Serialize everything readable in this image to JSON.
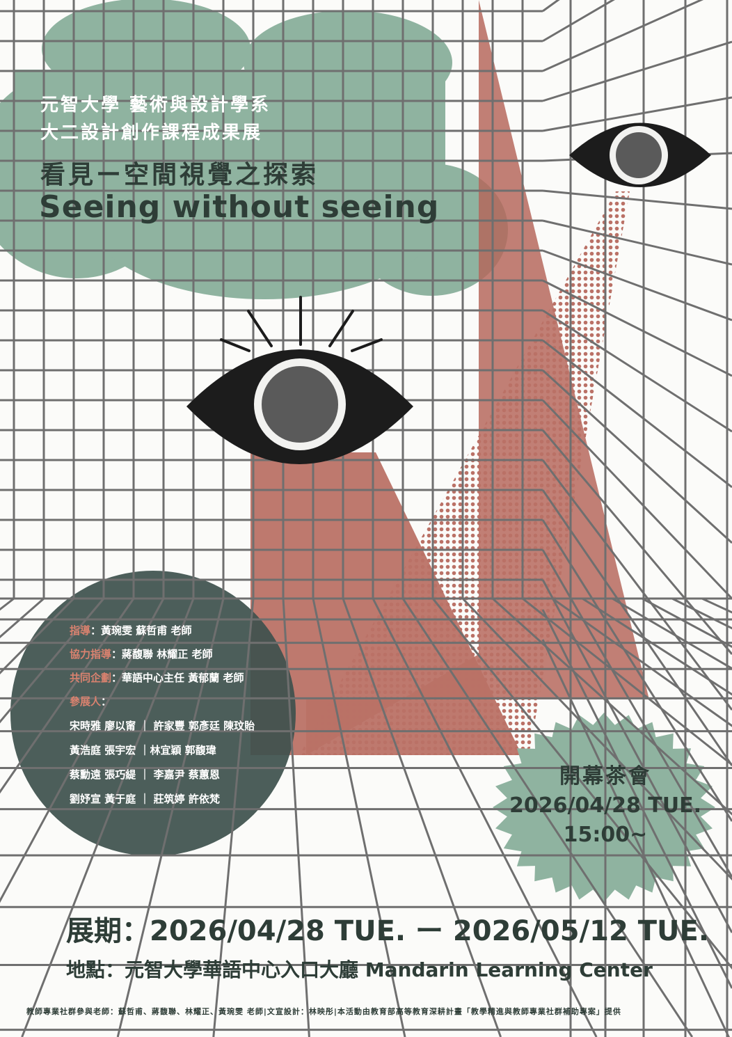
{
  "header": {
    "line1": "元智大學 藝術與設計學系",
    "line2": "大二設計創作課程成果展"
  },
  "title": {
    "zh": "看見ー空間視覺之探索",
    "en": "Seeing without seeing"
  },
  "credits": {
    "advisor_label": "指導",
    "advisor_value": "：黃琬雯 蘇哲甫 老師",
    "co_advisor_label": "協力指導",
    "co_advisor_value": "：蔣馥聯 林耀正 老師",
    "planner_label": "共同企劃",
    "planner_value": "：華語中心主任 黃郁蘭 老師",
    "exhibitors_label": "參展人",
    "exhibitors_colon": "：",
    "exhibitors": [
      "宋時雅 廖以甯 ｜ 許家豐 郭彥廷 陳玟貽",
      "黃浩庭 張宇宏 ｜林宜穎 郭馥瑋",
      "蔡勳遠 張巧緹 ｜ 李嘉尹 蔡蕙恩",
      "劉妤宣 黃于庭 ｜ 莊筑婷 許依梵"
    ]
  },
  "opening": {
    "title": "開幕茶會",
    "date": "2026/04/28 TUE.",
    "time": "15:00~"
  },
  "period": "展期：2026/04/28 TUE. ー 2026/05/12 TUE.",
  "venue": "地點：元智大學華語中心入口大廳 Mandarin Learning Center",
  "footer": "教師專業社群參與老師：蘇哲甫、蔣馥聯、林耀正、黃琬雯 老師|文宣設計：林映彤|本活動由教育部高等教育深耕計畫「教學精進與教師專業社群補助專案」提供",
  "colors": {
    "cloud": "#8fb3a0",
    "terracotta": "#b5665a",
    "circle": "#3e524d",
    "grid": "#6f6f6f",
    "background": "#fbfbf9"
  }
}
